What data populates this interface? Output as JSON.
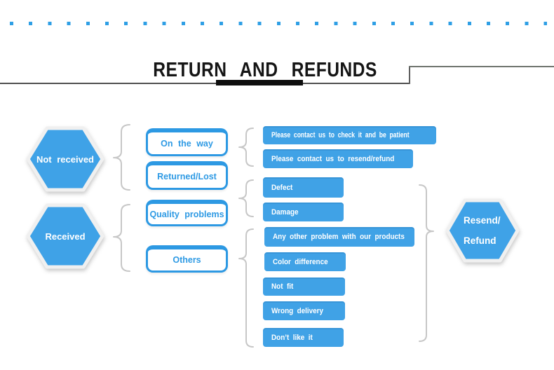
{
  "header": {
    "title": "RETURN AND REFUNDS"
  },
  "flow": {
    "sources": [
      {
        "label": "Not received"
      },
      {
        "label": "Received"
      }
    ],
    "categories": [
      {
        "label": "On the way"
      },
      {
        "label": "Returned/Lost"
      },
      {
        "label": "Quality problems"
      },
      {
        "label": "Others"
      }
    ],
    "outcomes": [
      {
        "label": "Please contact us to check it and be patient"
      },
      {
        "label": "Please contact us to resend/refund"
      },
      {
        "label": "Defect"
      },
      {
        "label": "Damage"
      },
      {
        "label": "Any other problem with our products"
      },
      {
        "label": "Color difference"
      },
      {
        "label": "Not fit"
      },
      {
        "label": "Wrong delivery"
      },
      {
        "label": "Don’t like it"
      }
    ],
    "result": {
      "line1": "Resend/",
      "line2": "Refund"
    }
  },
  "colors": {
    "accent_blue": "#40a2e6",
    "outline_blue": "#2d99e3",
    "dot_blue": "#2f9fe5",
    "brace_gray": "#c7c7c7",
    "title_black": "#151515"
  }
}
